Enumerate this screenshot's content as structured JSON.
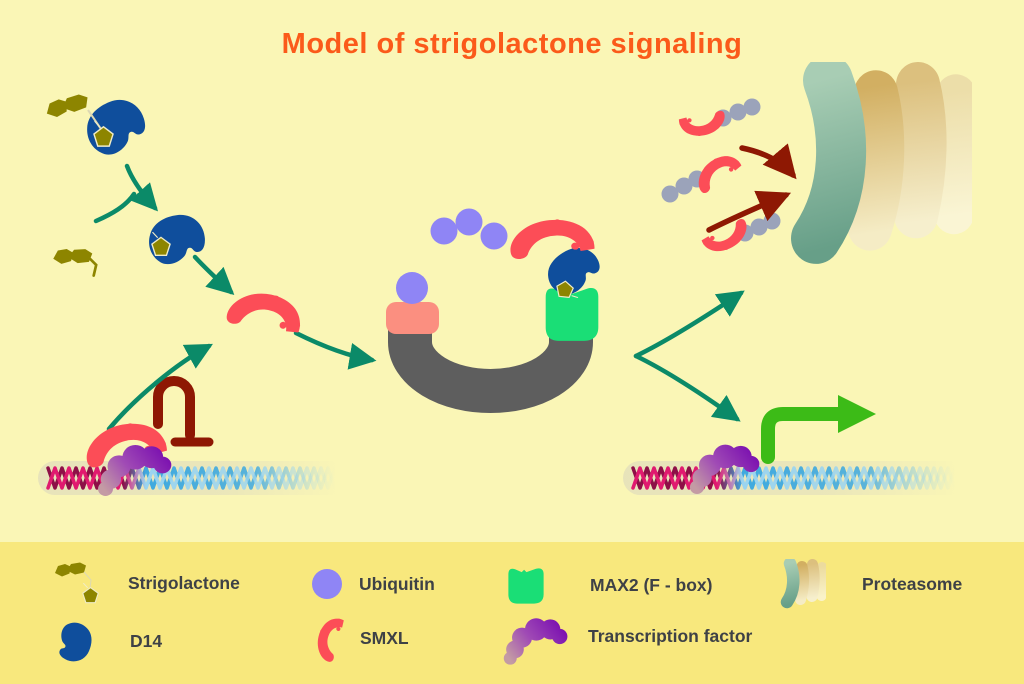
{
  "title": {
    "text": "Model of strigolactone signaling"
  },
  "legend": {
    "items": [
      {
        "id": "strigolactone",
        "label": "Strigolactone"
      },
      {
        "id": "ubiquitin",
        "label": "Ubiquitin"
      },
      {
        "id": "max2",
        "label": "MAX2 (F - box)"
      },
      {
        "id": "proteasome",
        "label": "Proteasome"
      },
      {
        "id": "d14",
        "label": "D14"
      },
      {
        "id": "smxl",
        "label": "SMXL"
      },
      {
        "id": "transcription-factor",
        "label": "Transcription factor"
      }
    ]
  },
  "colors": {
    "background": "#FAF6B6",
    "legend_background": "#F8E87D",
    "title_orange": "#FB5A1A",
    "legend_text": "#3E4146",
    "d14_blue": "#0F4E9C",
    "strigolactone_olive": "#8D8500",
    "smxl_red": "#FC4D57",
    "ubiquitin_purple": "#8F85F5",
    "degraded_gray": "#9BA3BA",
    "max2_green": "#1ADE76",
    "adapter_salmon": "#FB8F80",
    "scaffold_gray": "#5E5E5E",
    "tf_purple_dark": "#7A0FB0",
    "tf_purple_mid": "#A04BB5",
    "tf_mauve_light": "#C49BA4",
    "proteasome_teal_light": "#A8CDB4",
    "proteasome_teal_dark": "#679F88",
    "proteasome_tan": "#D2AF62",
    "proteasome_tan_light": "#F5ECC5",
    "proteasome_tan2": "#DCC07E",
    "proteasome_tan2_light": "#F6EFCD",
    "proteasome_tan3": "#E9D8A6",
    "proteasome_tan3_light": "#FAF5DC",
    "arrow_teal": "#0B8A68",
    "arrow_maroon": "#8E1803",
    "transcription_green": "#3CBB17",
    "dna_magenta": "#E01A6F",
    "dna_magenta_dark": "#8E0F47",
    "dna_blue": "#3FA9DF",
    "dna_blue_light": "#9AD4F0",
    "dna_track": "#D8D4BE",
    "pentagon_stroke": "#F0ECC6",
    "connector_pale": "#DDD8B4"
  }
}
